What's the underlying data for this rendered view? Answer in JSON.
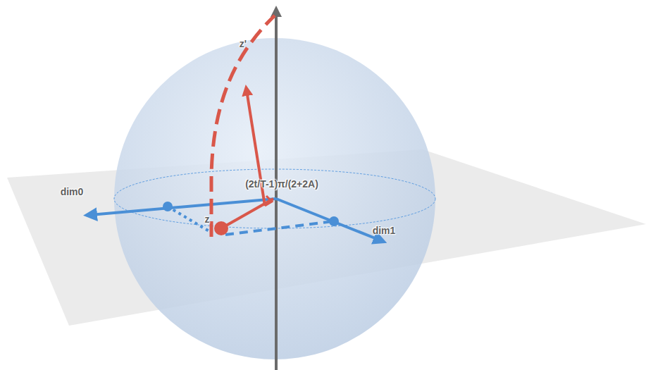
{
  "diagram": {
    "labels": [
      "z'",
      "(2t/T-1)π/(2+2A)",
      "dim0",
      "z",
      "dim1"
    ]
  }
}
